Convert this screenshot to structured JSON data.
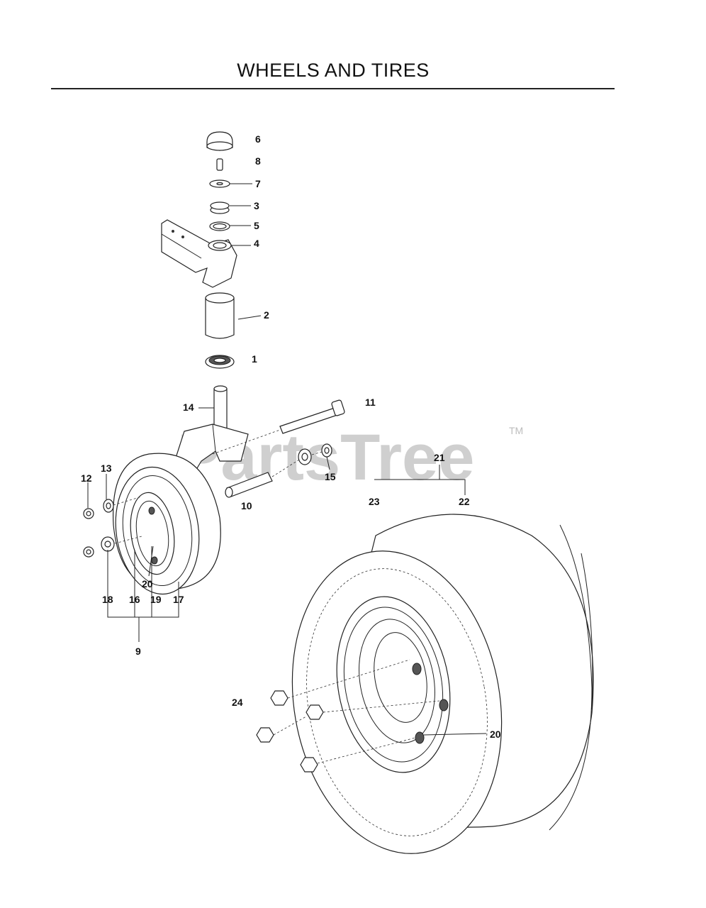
{
  "page": {
    "title": "WHEELS AND TIRES"
  },
  "watermark": {
    "text": "PartsTree",
    "trademark": "TM"
  },
  "callouts": {
    "c1": "1",
    "c2": "2",
    "c3": "3",
    "c4": "4",
    "c5": "5",
    "c6": "6",
    "c7": "7",
    "c8": "8",
    "c9": "9",
    "c10": "10",
    "c11": "11",
    "c12": "12",
    "c13": "13",
    "c14": "14",
    "c15": "15",
    "c16": "16",
    "c17": "17",
    "c18": "18",
    "c19": "19",
    "c20a": "20",
    "c20b": "20",
    "c21": "21",
    "c22": "22",
    "c23": "23",
    "c24": "24"
  }
}
